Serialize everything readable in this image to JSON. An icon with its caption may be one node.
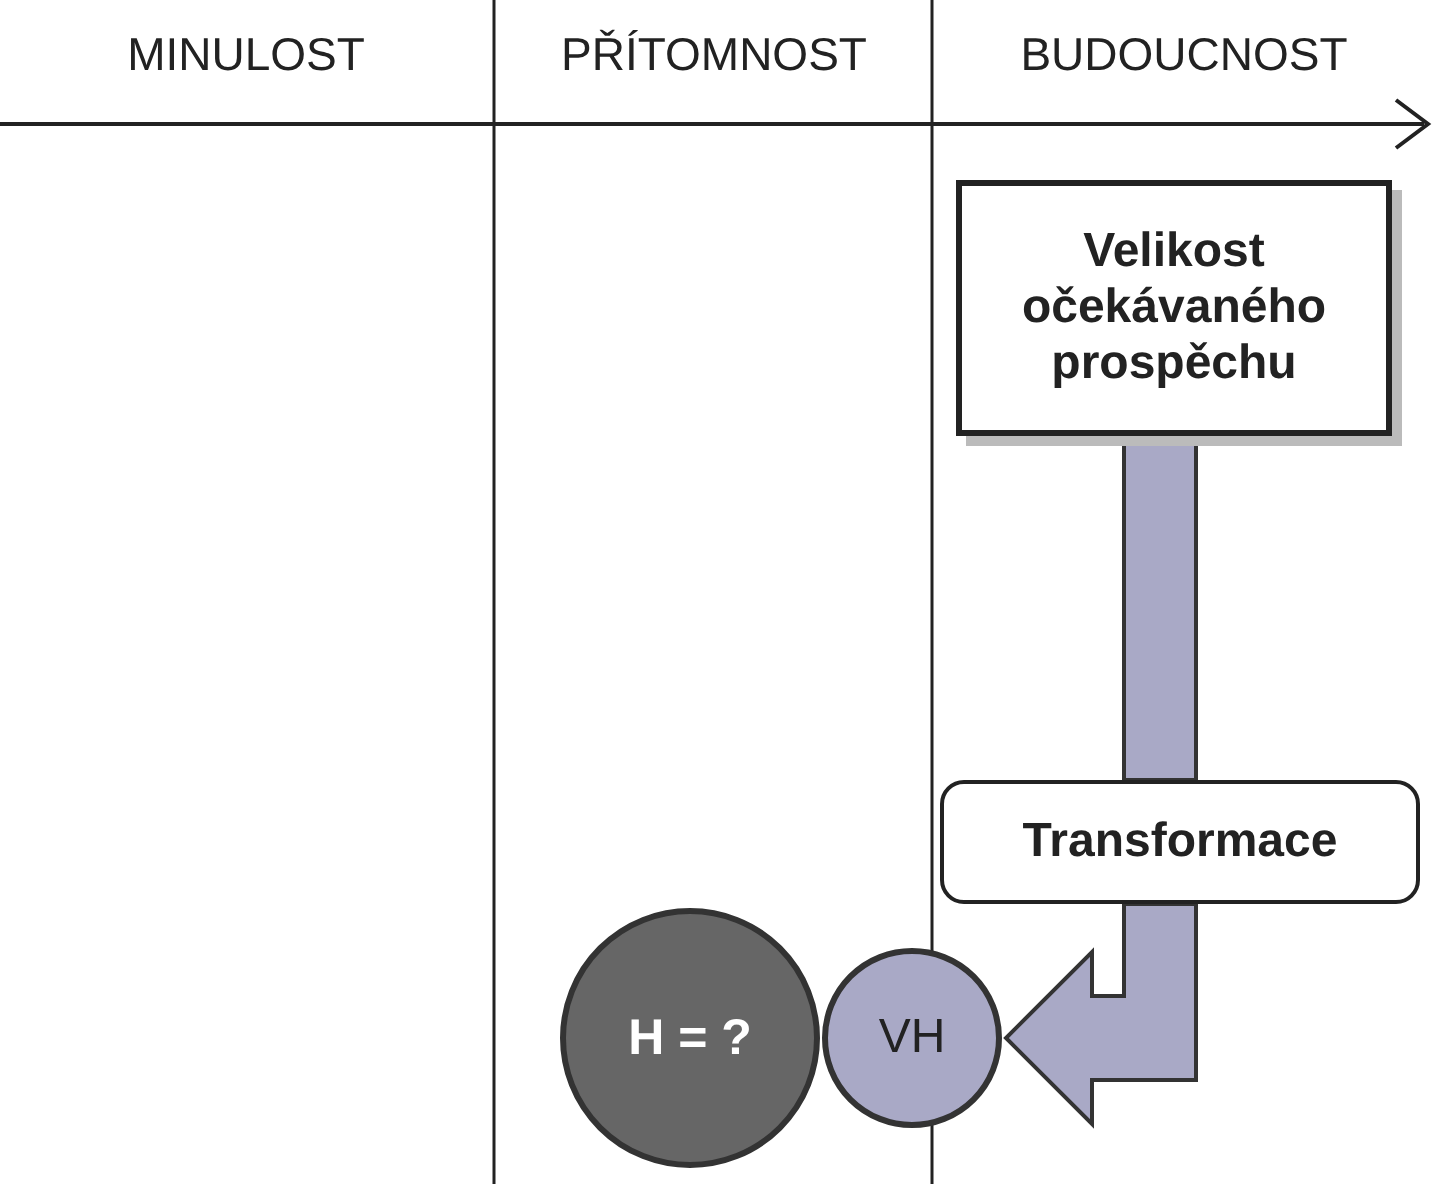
{
  "diagram": {
    "nodes": [
      {
        "text": [
          "Velikost očekávaného prospěchu"
        ]
      },
      {
        "text": [
          "Transformace"
        ]
      },
      {
        "text": [
          "VH"
        ]
      },
      {
        "text": [
          "H = ?"
        ]
      }
    ],
    "edges": [
      {
        "from": 0,
        "to": 1,
        "arrow": "none",
        "style": "thick"
      },
      {
        "from": 1,
        "to": 2,
        "arrow": "to",
        "style": "thick"
      }
    ],
    "labels": [
      "MINULOST",
      "PŘÍTOMNOST",
      "BUDOUCNOST"
    ]
  }
}
